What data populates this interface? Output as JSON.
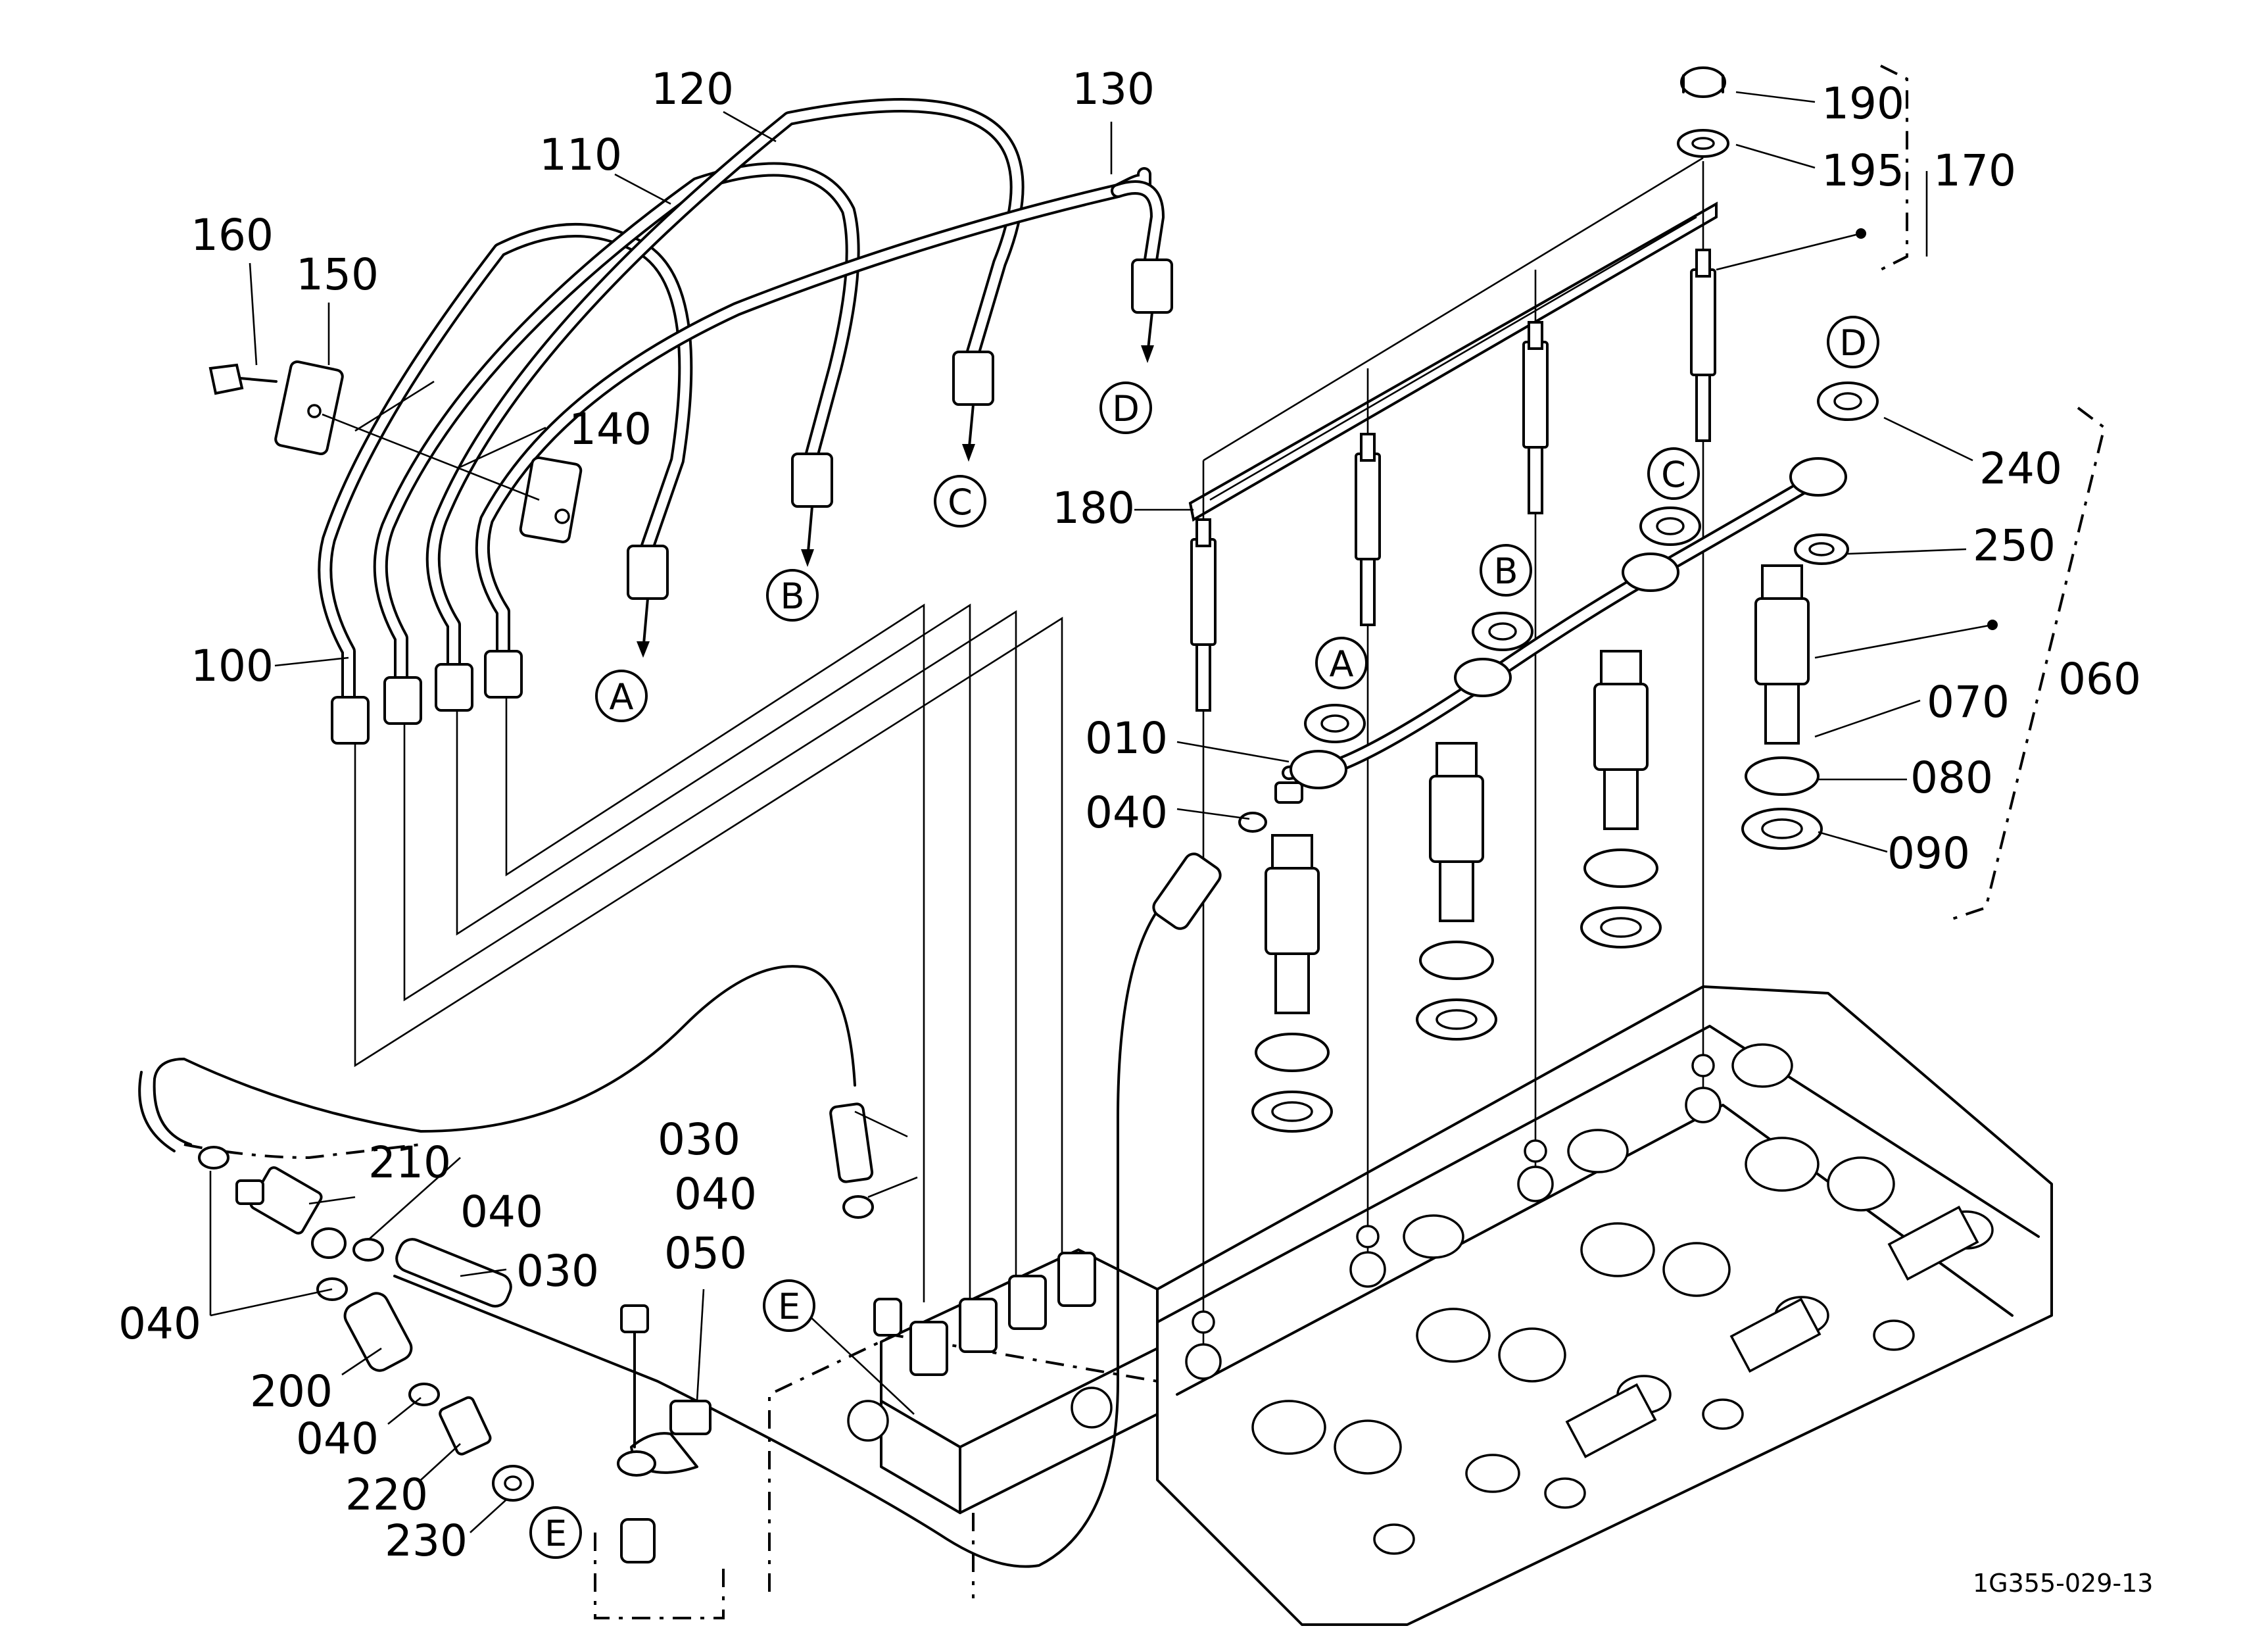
{
  "diagram": {
    "figure_code": "1G355-029-13",
    "part_labels": {
      "p010": "010",
      "p030a": "030",
      "p030b": "030",
      "p040a": "040",
      "p040b": "040",
      "p040c": "040",
      "p040d": "040",
      "p040e": "040",
      "p050": "050",
      "p060": "060",
      "p070": "070",
      "p080": "080",
      "p090": "090",
      "p100": "100",
      "p110": "110",
      "p120": "120",
      "p130": "130",
      "p140": "140",
      "p150": "150",
      "p160": "160",
      "p170": "170",
      "p180": "180",
      "p190": "190",
      "p195": "195",
      "p200": "200",
      "p210": "210",
      "p220": "220",
      "p230": "230",
      "p240": "240",
      "p250": "250"
    },
    "reference_markers": {
      "A": "A",
      "B": "B",
      "C": "C",
      "D": "D",
      "E": "E"
    }
  }
}
